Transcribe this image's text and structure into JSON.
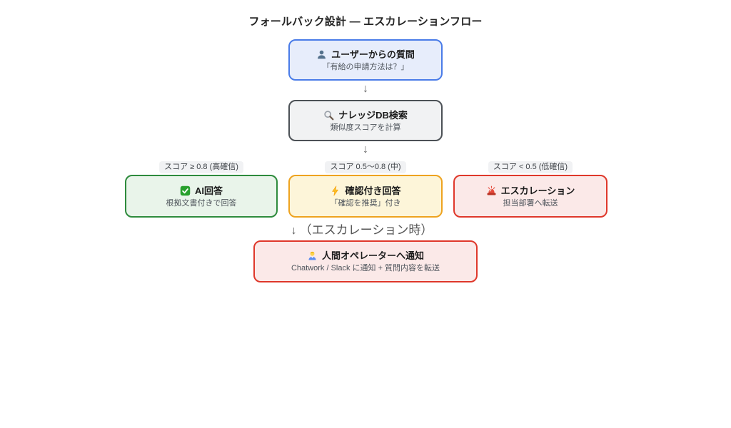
{
  "title": "フォールバック設計 — エスカレーションフロー",
  "arrow_glyph": "↓",
  "flow": {
    "user_question": {
      "icon": "user-icon",
      "title": "ユーザーからの質問",
      "subtitle": "「有給の申請方法は？」"
    },
    "kb_search": {
      "icon": "search-icon",
      "title": "ナレッジDB検索",
      "subtitle": "類似度スコアを計算"
    },
    "branches": [
      {
        "condition": "スコア ≥ 0.8 (高確信)",
        "icon": "check-icon",
        "title": "AI回答",
        "subtitle": "根拠文書付きで回答",
        "border_color": "#2e8b3d",
        "bg_color": "#e9f4ea"
      },
      {
        "condition": "スコア 0.5〜0.8 (中)",
        "icon": "bolt-icon",
        "title": "確認付き回答",
        "subtitle": "「確認を推奨」付き",
        "border_color": "#eea31f",
        "bg_color": "#fdf5d9"
      },
      {
        "condition": "スコア < 0.5 (低確信)",
        "icon": "siren-icon",
        "title": "エスカレーション",
        "subtitle": "担当部署へ転送",
        "border_color": "#df382b",
        "bg_color": "#fbe9e8"
      }
    ],
    "escalation_note": {
      "arrow": "↓",
      "label": "（エスカレーション時）"
    },
    "operator_notify": {
      "icon": "operator-icon",
      "title": "人間オペレーターへ通知",
      "subtitle": "Chatwork / Slack に通知 + 質問内容を転送",
      "border_color": "#df382b",
      "bg_color": "#fbe9e8"
    }
  },
  "colors": {
    "user_border": "#4a7ce8",
    "user_bg": "#e7edfb",
    "kb_border": "#4c5156",
    "kb_bg": "#f1f2f3",
    "condition_pill_bg": "#f1f2f4",
    "arrow_gray": "#666666",
    "title_text": "#252525",
    "subtitle_text": "#4f555c"
  }
}
